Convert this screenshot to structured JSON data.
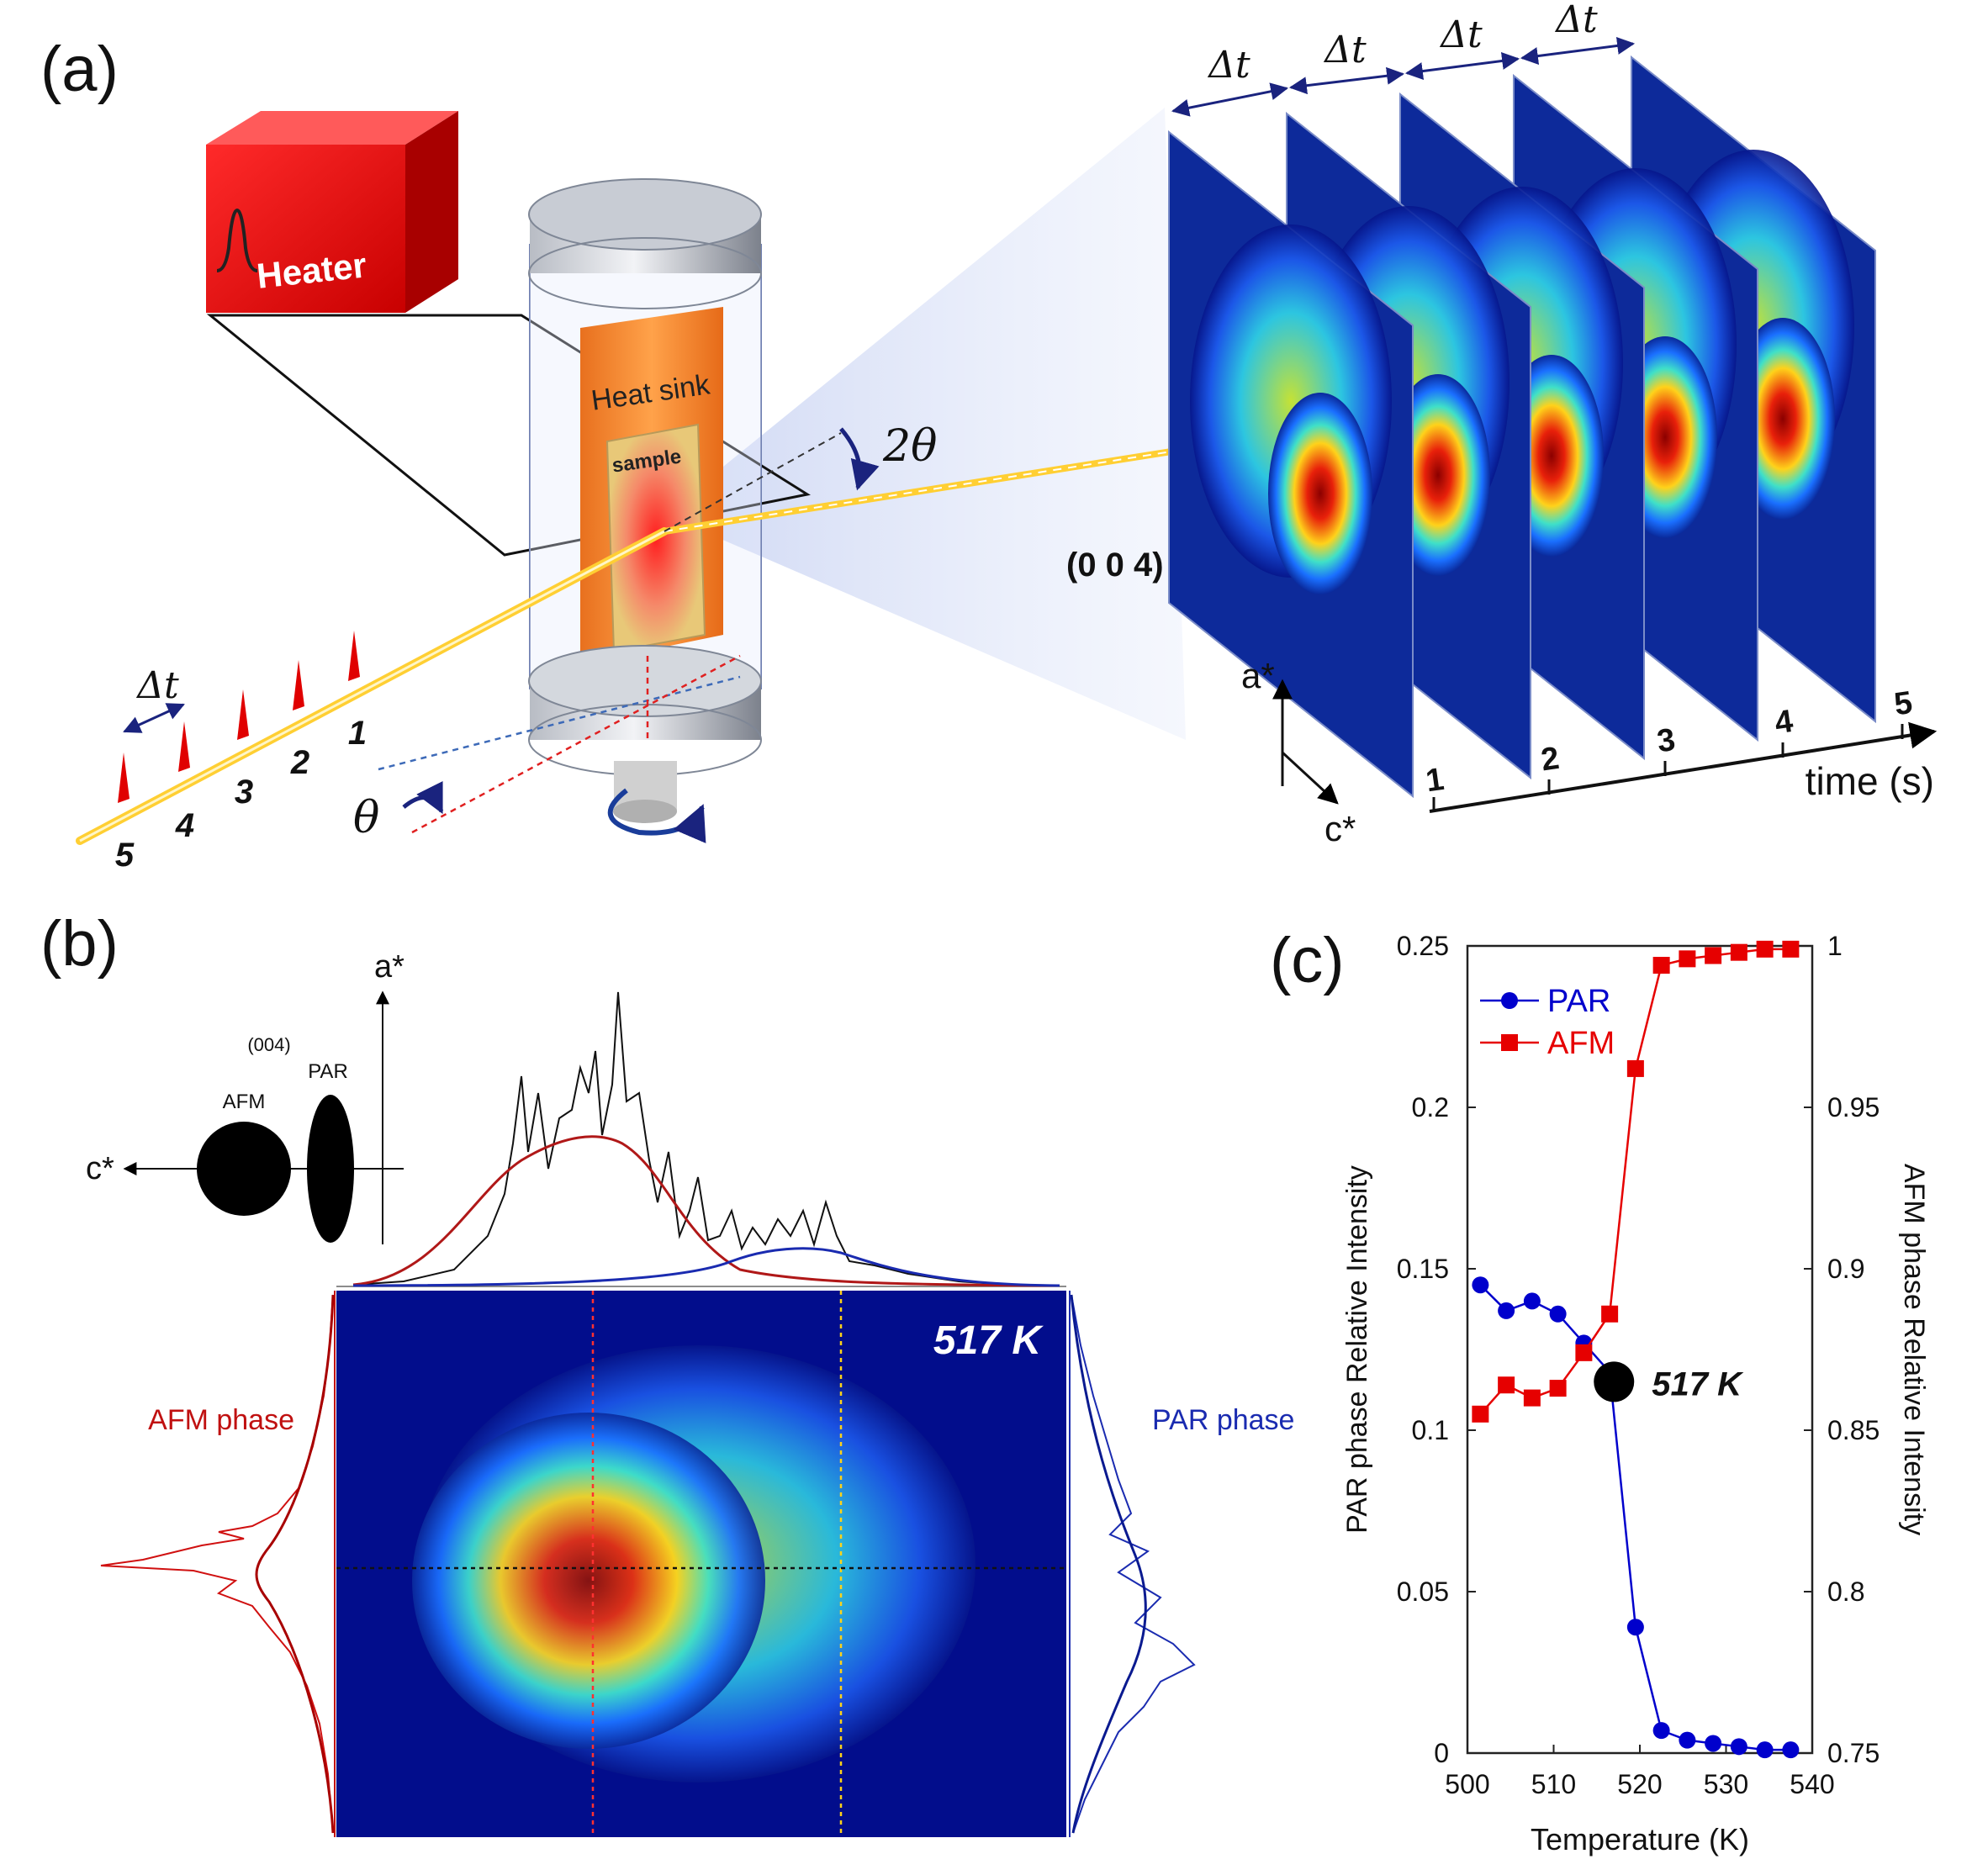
{
  "panel_a": {
    "label": "(a)",
    "heater": "Heater",
    "heat_sink": "Heat sink",
    "sample": "sample",
    "two_theta": "2θ",
    "theta": "θ",
    "reflection": "(0 0 4)",
    "a_star": "a*",
    "c_star": "c*",
    "time_axis": "time (s)",
    "time_ticks": [
      "1",
      "2",
      "3",
      "4",
      "5"
    ],
    "pulse_numbers": [
      "5",
      "4",
      "3",
      "2",
      "1"
    ],
    "delta_t": "Δt"
  },
  "panel_b": {
    "label": "(b)",
    "reflection": "(004)",
    "afm_spot": "AFM",
    "par_spot": "PAR",
    "a_star": "a*",
    "c_star": "c*",
    "temperature": "517 K",
    "afm_phase": "AFM phase",
    "par_phase": "PAR phase"
  },
  "panel_c": {
    "label": "(c)",
    "colors": {
      "PAR": "#0000cc",
      "AFM": "#e60000"
    },
    "marker_label": "517 K",
    "chart_data": {
      "type": "line",
      "xlabel": "Temperature (K)",
      "ylabel_left": "PAR phase Relative Intensity",
      "ylabel_right": "AFM phase Relative Intensity",
      "xlim": [
        500,
        540
      ],
      "ylim_left": [
        0,
        0.25
      ],
      "ylim_right": [
        0.75,
        1
      ],
      "x_ticks": [
        500,
        510,
        520,
        530,
        540
      ],
      "y_ticks_left": [
        0,
        0.05,
        0.1,
        0.15,
        0.2,
        0.25
      ],
      "y_ticks_right": [
        0.75,
        0.8,
        0.85,
        0.9,
        0.95,
        1
      ],
      "legend_position": "top-left",
      "series": [
        {
          "name": "PAR",
          "axis": "left",
          "marker": "circle",
          "x": [
            501.5,
            504.5,
            507.5,
            510.5,
            513.5,
            516.5,
            519.5,
            522.5,
            525.5,
            528.5,
            531.5,
            534.5,
            537.5
          ],
          "y": [
            0.145,
            0.137,
            0.14,
            0.136,
            0.127,
            0.118,
            0.039,
            0.007,
            0.004,
            0.003,
            0.002,
            0.001,
            0.001
          ]
        },
        {
          "name": "AFM",
          "axis": "right",
          "marker": "square",
          "x": [
            501.5,
            504.5,
            507.5,
            510.5,
            513.5,
            516.5,
            519.5,
            522.5,
            525.5,
            528.5,
            531.5,
            534.5,
            537.5
          ],
          "y": [
            0.855,
            0.864,
            0.86,
            0.863,
            0.874,
            0.886,
            0.962,
            0.994,
            0.996,
            0.997,
            0.998,
            0.999,
            0.999
          ]
        }
      ],
      "crossing": {
        "x": 517,
        "y_left": 0.115
      }
    }
  }
}
